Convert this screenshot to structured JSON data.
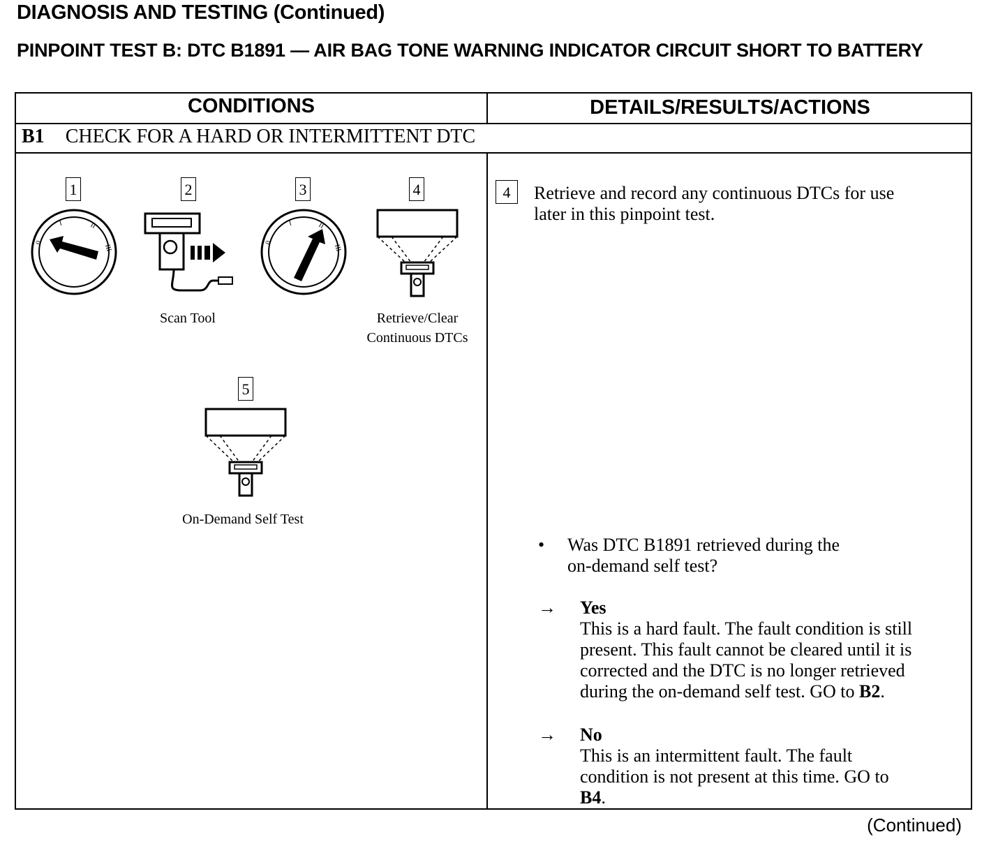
{
  "header": {
    "page_title": "DIAGNOSIS AND TESTING (Continued)",
    "test_title": "PINPOINT TEST B: DTC B1891 — AIR BAG TONE WARNING INDICATOR CIRCUIT SHORT TO BATTERY"
  },
  "table": {
    "col_conditions": "CONDITIONS",
    "col_details": "DETAILS/RESULTS/ACTIONS",
    "step_id": "B1",
    "step_title": "CHECK FOR A HARD OR INTERMITTENT DTC"
  },
  "conditions": {
    "items": [
      {
        "num": "1",
        "icon": "ignition-off-icon",
        "caption": ""
      },
      {
        "num": "2",
        "icon": "scan-tool-connect-icon",
        "caption": "Scan Tool"
      },
      {
        "num": "3",
        "icon": "ignition-on-icon",
        "caption": ""
      },
      {
        "num": "4",
        "icon": "scan-tool-display-icon",
        "caption_line1": "Retrieve/Clear",
        "caption_line2": "Continuous DTCs"
      },
      {
        "num": "5",
        "icon": "scan-tool-display-icon",
        "caption": "On-Demand Self Test"
      }
    ]
  },
  "details": {
    "step_num": "4",
    "instruction_line1": "Retrieve and record any continuous DTCs for use",
    "instruction_line2": "later in this pinpoint test.",
    "question_bullet": "•",
    "question_line1": "Was DTC B1891 retrieved during the",
    "question_line2": "on-demand self test?",
    "arrow": "→",
    "yes_label": "Yes",
    "yes_line1": "This is a hard fault. The fault condition is still",
    "yes_line2": "present. This fault cannot be cleared until it is",
    "yes_line3": "corrected and the DTC is no longer retrieved",
    "yes_line4_prefix": "during the on-demand self test. GO to ",
    "yes_goto": "B2",
    "yes_period": ".",
    "no_label": "No",
    "no_line1": "This is an intermittent fault. The fault",
    "no_line2": "condition is not present at this time. GO to",
    "no_goto": "B4",
    "no_period": "."
  },
  "footer": {
    "continued": "(Continued)"
  }
}
